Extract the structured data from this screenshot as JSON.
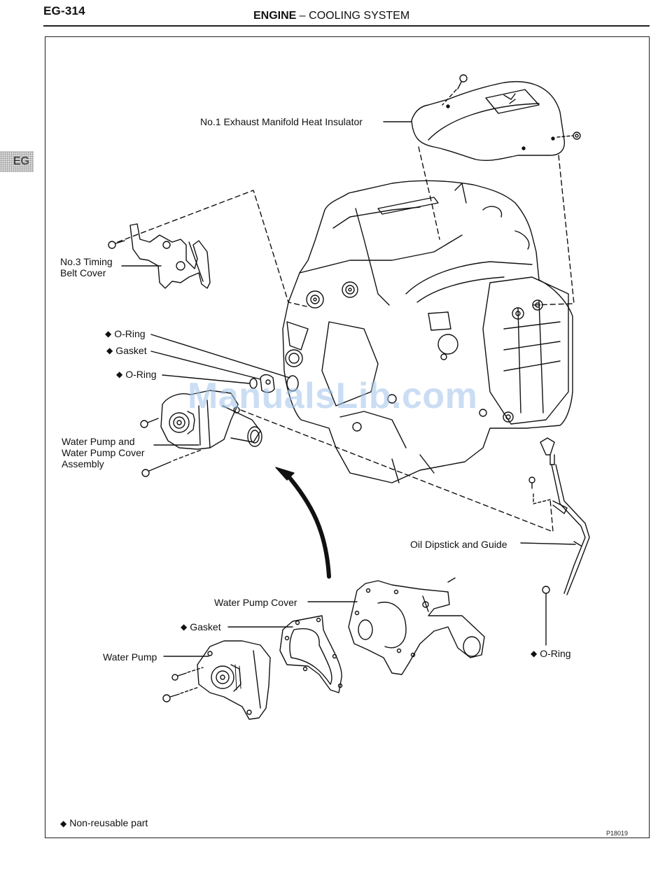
{
  "header": {
    "page_number": "EG-314",
    "section": "ENGINE",
    "separator": "–",
    "subsection": "COOLING SYSTEM"
  },
  "side_tab": {
    "label": "EG"
  },
  "watermark": {
    "text": "ManualsLib.com",
    "color": "#9fc3ea"
  },
  "non_reusable_marker": "◆",
  "labels": {
    "exhaust_insulator": {
      "text": "No.1 Exhaust Manifold Heat Insulator",
      "non_reusable": false
    },
    "timing_belt_cover": {
      "text": "No.3 Timing\nBelt Cover",
      "non_reusable": false
    },
    "o_ring_upper": {
      "text": "O-Ring",
      "non_reusable": true
    },
    "gasket_upper": {
      "text": "Gasket",
      "non_reusable": true
    },
    "o_ring_middle": {
      "text": "O-Ring",
      "non_reusable": true
    },
    "water_pump_assembly": {
      "text": "Water Pump and\nWater Pump Cover\nAssembly",
      "non_reusable": false
    },
    "oil_dipstick": {
      "text": "Oil Dipstick and Guide",
      "non_reusable": false
    },
    "water_pump_cover": {
      "text": "Water Pump Cover",
      "non_reusable": false
    },
    "gasket_lower": {
      "text": "Gasket",
      "non_reusable": true
    },
    "water_pump": {
      "text": "Water Pump",
      "non_reusable": false
    },
    "o_ring_dipstick": {
      "text": "O-Ring",
      "non_reusable": true
    }
  },
  "footnote": {
    "marker": "◆",
    "text": "Non-reusable part"
  },
  "figure_code": "P18019"
}
